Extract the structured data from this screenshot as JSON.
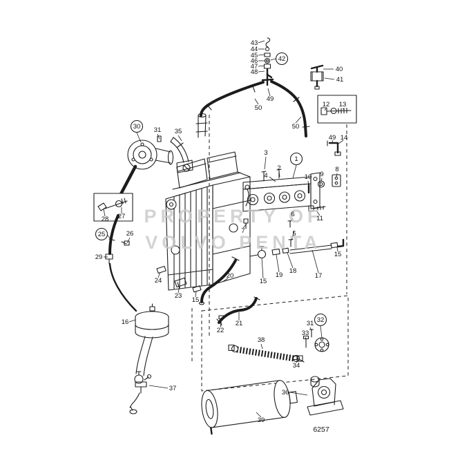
{
  "figure_number": "6257",
  "watermark": {
    "line1": "PROPERTY OF",
    "line2": "VOLVO PENTA"
  },
  "callouts": [
    "1",
    "2",
    "3",
    "4",
    "5",
    "6",
    "7",
    "8",
    "9",
    "10",
    "11",
    "12",
    "13",
    "14",
    "15",
    "15",
    "15",
    "16",
    "17",
    "18",
    "19",
    "20",
    "21",
    "22",
    "23",
    "24",
    "25",
    "26",
    "27",
    "28",
    "29",
    "30",
    "31",
    "31",
    "32",
    "33",
    "34",
    "35",
    "36",
    "37",
    "38",
    "39",
    "40",
    "41",
    "42",
    "43",
    "44",
    "45",
    "46",
    "47",
    "48",
    "49",
    "49",
    "50",
    "50"
  ]
}
